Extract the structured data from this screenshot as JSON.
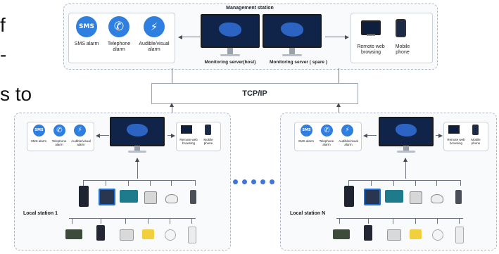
{
  "left_text_fragments": [
    "f",
    "-",
    "s to"
  ],
  "management": {
    "title": "Management station",
    "alarms": [
      {
        "icon": "sms-icon",
        "glyph": "SMS",
        "label": "SMS alarm"
      },
      {
        "icon": "telephone-icon",
        "glyph": "✆",
        "label": "Telephone alarm"
      },
      {
        "icon": "audible-visual-icon",
        "glyph": "⚡",
        "label": "Audible/visual alarm"
      }
    ],
    "servers": [
      "Monitoring server(host)",
      "Monitoring server ( spare )"
    ],
    "remote": [
      {
        "icon": "monitor-icon",
        "label": "Remote web browsing"
      },
      {
        "icon": "mobile-phone-icon",
        "label": "Mobile phone"
      }
    ]
  },
  "network": {
    "label": "TCP/IP"
  },
  "local_stations": [
    {
      "label": "Local station 1",
      "alarms": [
        {
          "icon": "sms-icon",
          "glyph": "SMS",
          "label": "SMS alarm"
        },
        {
          "icon": "telephone-icon",
          "glyph": "✆",
          "label": "Telephone alarm"
        },
        {
          "icon": "audible-visual-icon",
          "glyph": "⚡",
          "label": "Audible/visual alarm"
        }
      ],
      "remote": [
        {
          "icon": "monitor-icon",
          "label": "Remote web browsing"
        },
        {
          "icon": "mobile-phone-icon",
          "label": "Mobile phone"
        }
      ]
    },
    {
      "label": "Local station N",
      "alarms": [
        {
          "icon": "sms-icon",
          "glyph": "SMS",
          "label": "SMS alarm"
        },
        {
          "icon": "telephone-icon",
          "glyph": "✆",
          "label": "Telephone alarm"
        },
        {
          "icon": "audible-visual-icon",
          "glyph": "⚡",
          "label": "Audible/visual alarm"
        }
      ],
      "remote": [
        {
          "icon": "monitor-icon",
          "label": "Remote web browsing"
        },
        {
          "icon": "mobile-phone-icon",
          "label": "Mobile phone"
        }
      ]
    }
  ],
  "colors": {
    "accent": "#2f7fe0",
    "screen": "#10244a",
    "dots": "#3f74d8"
  }
}
